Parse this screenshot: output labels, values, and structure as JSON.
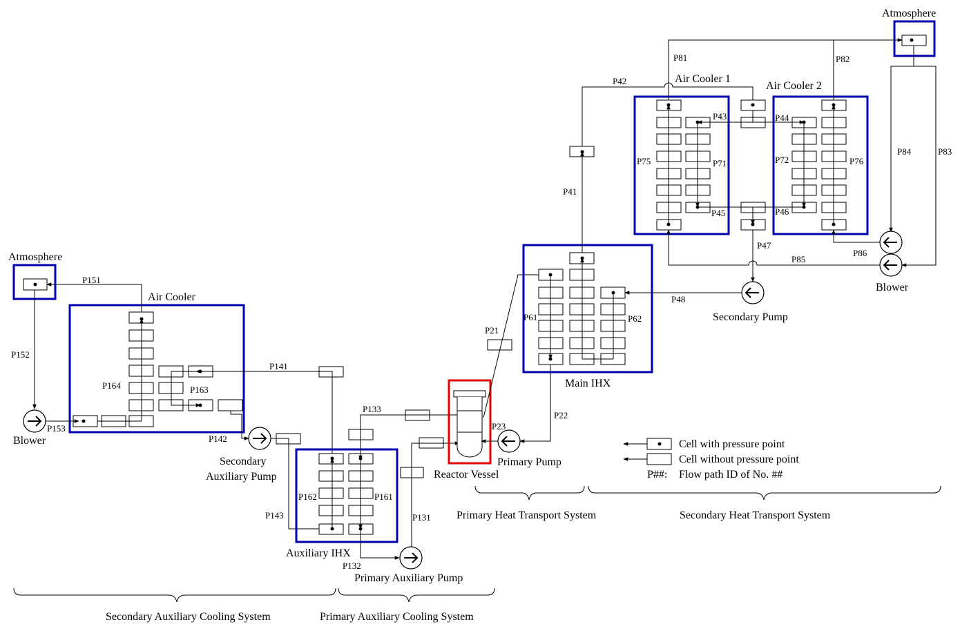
{
  "labels": {
    "atmosphere_left": "Atmosphere",
    "atmosphere_right": "Atmosphere",
    "air_cooler": "Air Cooler",
    "air_cooler_1": "Air Cooler 1",
    "air_cooler_2": "Air Cooler 2",
    "blower_left": "Blower",
    "blower_right": "Blower",
    "secondary_pump": "Secondary Pump",
    "main_ihx": "Main IHX",
    "secondary_aux_pump_1": "Secondary",
    "secondary_aux_pump_2": "Auxiliary  Pump",
    "auxiliary_ihx": "Auxiliary  IHX",
    "primary_aux_pump": "Primary Auxiliary  Pump",
    "reactor_vessel": "Reactor Vessel",
    "primary_pump": "Primary Pump"
  },
  "systems": {
    "secondary_aux_cooling": "Secondary Auxiliary  Cooling  System",
    "primary_aux_cooling": "Primary Auxiliary  Cooling  System",
    "primary_heat_transport": "Primary Heat Transport System",
    "secondary_heat_transport": "Secondary Heat Transport System"
  },
  "legend": {
    "with_pressure": "Cell with pressure point",
    "without_pressure": "Cell without pressure point",
    "flow_path_key": "P##:",
    "flow_path_desc": "Flow path ID of No. ##"
  },
  "flow_paths": {
    "p151": "P151",
    "p152": "P152",
    "p153": "P153",
    "p164": "P164",
    "p163": "P163",
    "p141": "P141",
    "p142": "P142",
    "p143": "P143",
    "p133": "P133",
    "p162": "P162",
    "p161": "P161",
    "p132": "P132",
    "p131": "P131",
    "p21": "P21",
    "p23": "P23",
    "p22": "P22",
    "p61": "P61",
    "p62": "P62",
    "p41": "P41",
    "p42": "P42",
    "p48": "P48",
    "p47": "P47",
    "p85": "P85",
    "p86": "P86",
    "p84": "P84",
    "p83": "P83",
    "p81": "P81",
    "p82": "P82",
    "p75": "P75",
    "p71": "P71",
    "p72": "P72",
    "p76": "P76",
    "p43": "P43",
    "p44": "P44",
    "p45": "P45",
    "p46": "P46"
  },
  "colors": {
    "component_box": "#0000b0",
    "reactor_box": "#e00000",
    "line": "#000000"
  }
}
